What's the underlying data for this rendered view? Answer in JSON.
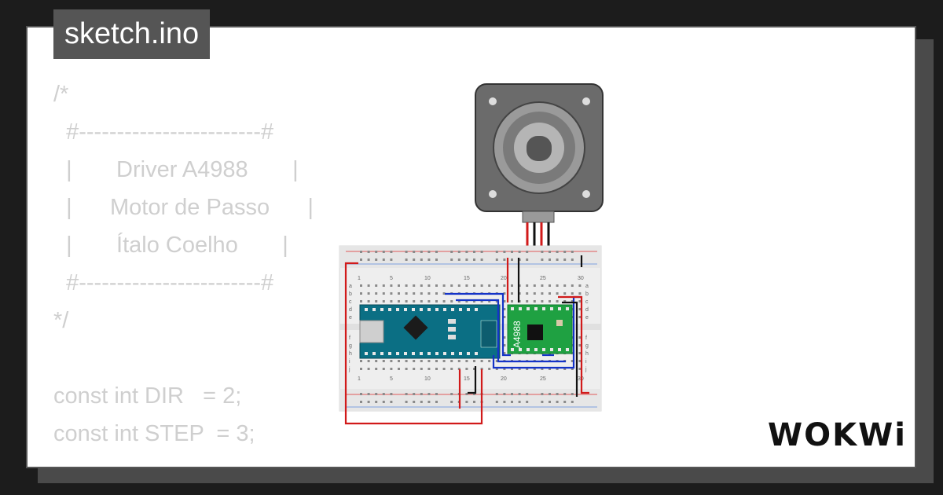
{
  "file_tab": {
    "title": "sketch.ino"
  },
  "code_lines": [
    "/*",
    "  #------------------------#",
    "  |       Driver A4988       |",
    "  |      Motor de Passo      |",
    "  |       Ítalo Coelho       |",
    "  #------------------------#",
    "*/",
    "",
    "const int DIR   = 2;",
    "const int STEP  = 3;"
  ],
  "driver": {
    "label": "A4988"
  },
  "breadboard": {
    "column_numbers": [
      "1",
      "5",
      "10",
      "15",
      "20",
      "25",
      "30"
    ],
    "row_letters_top": [
      "a",
      "b",
      "c",
      "d",
      "e"
    ],
    "row_letters_bottom": [
      "f",
      "g",
      "h",
      "i",
      "j"
    ]
  },
  "brand": {
    "name": "WOKWi"
  },
  "colors": {
    "background": "#1c1c1c",
    "card": "#ffffff",
    "code_text": "#cfcfcf",
    "tab": "#555555",
    "wire_red": "#d11a1a",
    "wire_blue": "#1433c8",
    "wire_black": "#111111",
    "arduino": "#0b6f84",
    "driver_board": "#1fa142"
  }
}
